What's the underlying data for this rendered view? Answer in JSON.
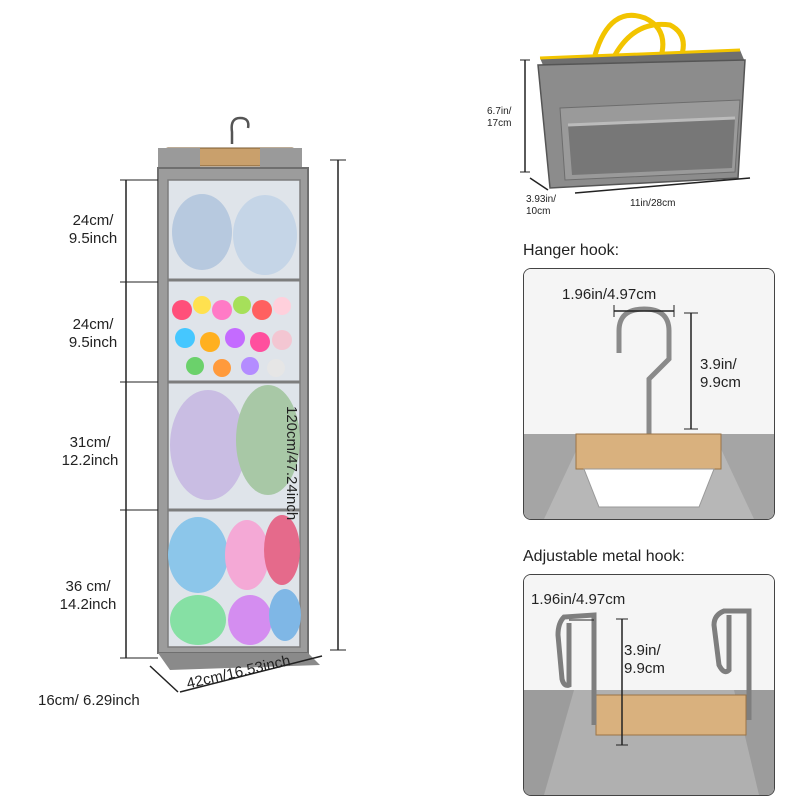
{
  "organizer": {
    "sections": [
      {
        "line1": "24cm/",
        "line2": "9.5inch"
      },
      {
        "line1": "24cm/",
        "line2": "9.5inch"
      },
      {
        "line1": "31cm/",
        "line2": "12.2inch"
      },
      {
        "line1": "36 cm/",
        "line2": "14.2inch"
      }
    ],
    "height_label": "120cm/47.24inch",
    "depth_label": "16cm/ 6.29inch",
    "width_label": "42cm/16.53inch"
  },
  "pouch": {
    "height_line1": "6.7in/",
    "height_line2": "17cm",
    "depth_line1": "3.93in/",
    "depth_line2": "10cm",
    "width_label": "11in/28cm"
  },
  "hanger_hook": {
    "title": "Hanger hook:",
    "width_label": "1.96in/4.97cm",
    "height_line1": "3.9in/",
    "height_line2": "9.9cm"
  },
  "metal_hook": {
    "title": "Adjustable metal hook:",
    "width_label": "1.96in/4.97cm",
    "height_line1": "3.9in/",
    "height_line2": "9.9cm"
  },
  "colors": {
    "frame_gray": "#8a8a8a",
    "wood": "#d9b17e",
    "pouch_gray": "#7f7f7f",
    "strap_yellow": "#f2c400"
  }
}
